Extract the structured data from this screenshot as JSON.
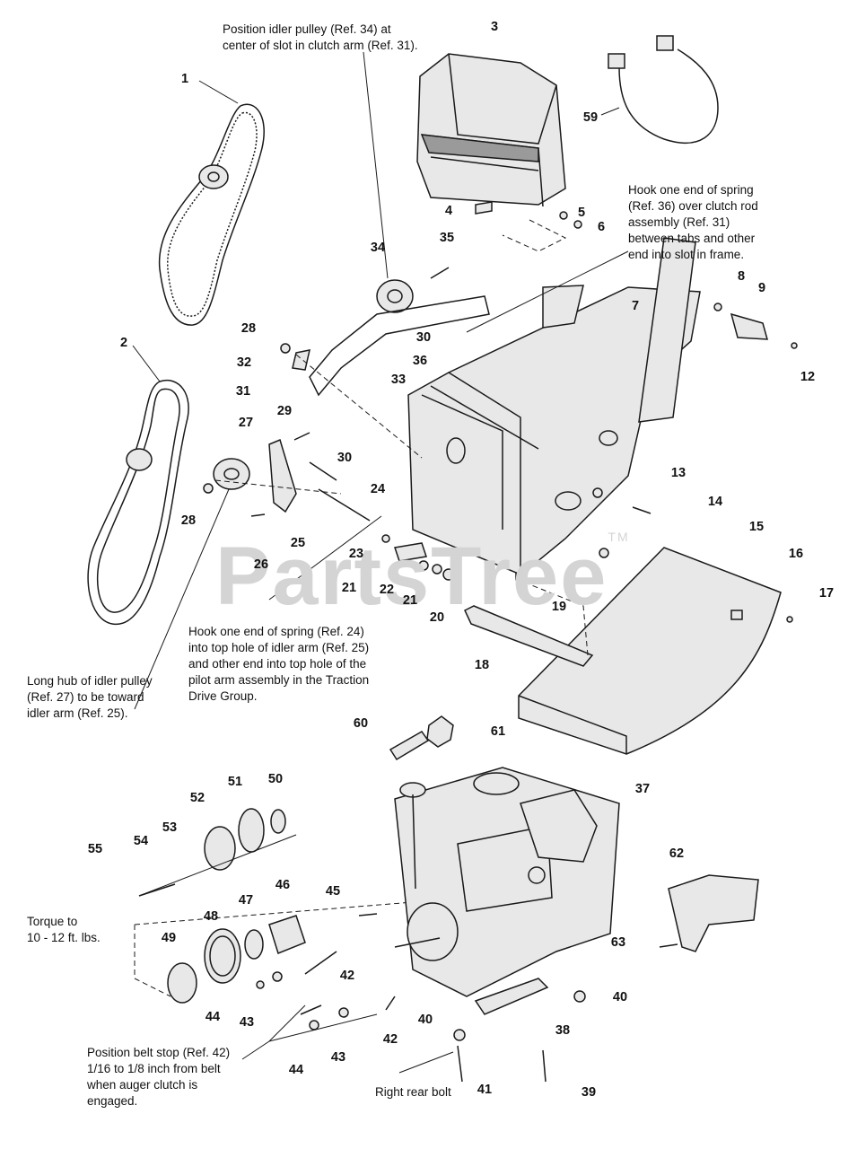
{
  "watermark": {
    "text": "PartsTree",
    "mark": "TM"
  },
  "notes": {
    "idler_pulley": "Position idler pulley (Ref. 34) at\ncenter of slot in clutch arm (Ref. 31).",
    "spring36": "Hook one end of spring\n(Ref. 36) over clutch rod\nassembly (Ref. 31)\nbetween tabs and other\nend into slot in frame.",
    "spring24": "Hook one end of spring (Ref. 24)\ninto top hole of idler arm (Ref. 25)\nand other end into top hole of the\npilot arm assembly in the Traction\nDrive Group.",
    "long_hub": "Long hub of idler pulley\n(Ref. 27) to be toward\nidler arm (Ref. 25).",
    "torque": "Torque to\n10 - 12 ft. lbs.",
    "belt_stop": "Position belt stop (Ref. 42)\n1/16 to 1/8 inch from belt\nwhen auger clutch is\nengaged.",
    "right_rear_bolt": "Right rear bolt"
  },
  "refs": [
    "1",
    "2",
    "3",
    "4",
    "5",
    "6",
    "7",
    "8",
    "9",
    "12",
    "13",
    "14",
    "15",
    "16",
    "17",
    "18",
    "19",
    "20",
    "21",
    "21",
    "22",
    "23",
    "24",
    "25",
    "26",
    "27",
    "28",
    "28",
    "29",
    "30",
    "30",
    "31",
    "32",
    "33",
    "34",
    "35",
    "36",
    "37",
    "38",
    "39",
    "40",
    "40",
    "41",
    "42",
    "42",
    "43",
    "43",
    "44",
    "44",
    "45",
    "46",
    "47",
    "48",
    "49",
    "50",
    "51",
    "52",
    "53",
    "54",
    "55",
    "59",
    "60",
    "61",
    "62",
    "63"
  ]
}
